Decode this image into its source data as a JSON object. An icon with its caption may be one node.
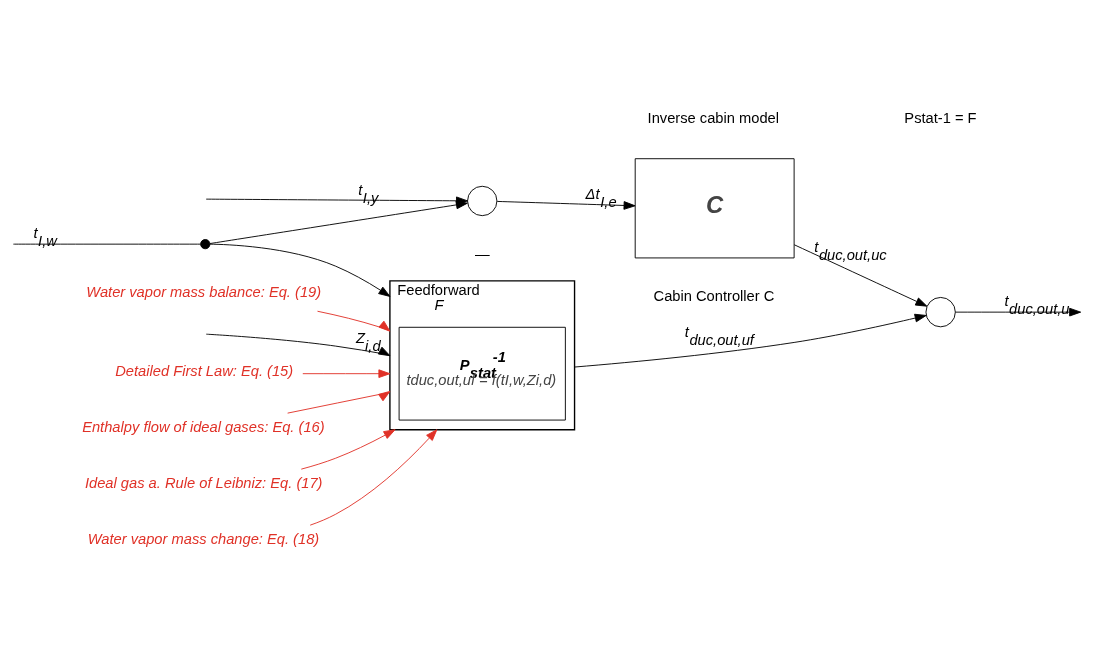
{
  "diagram": {
    "nodes": [
      {
        "text": [
          "F"
        ],
        "beside": [
          "Feedforward"
        ]
      },
      {
        "text": [
          "P$_{stat}$$^{-1}$",
          "tduc,out,uf = f(tI,w,Zi,d)"
        ],
        "in": 0
      },
      {
        "text": [],
        "shape": "circle"
      },
      {
        "text": [],
        "shape": "circle"
      },
      {
        "text": [
          "C"
        ],
        "beside": [
          "Cabin Controller C"
        ]
      },
      {
        "text": [],
        "shape": "circle",
        "beside": [
          "—"
        ]
      },
      {
        "text": [
          "Detailed First Law: Eq. (15)"
        ]
      },
      {
        "text": [
          "Enthalpy flow of ideal gases: Eq. (16)"
        ]
      },
      {
        "text": [
          "Ideal gas a. Rule of Leibniz: Eq. (17)"
        ]
      },
      {
        "text": [
          "Water vapor mass change: Eq. (18)"
        ]
      },
      {
        "text": [
          "Water vapor mass balance: Eq. (19)"
        ]
      }
    ],
    "edges": [
      {
        "from": null,
        "to": 2,
        "arrow": "none",
        "label": "t$_{I,w}$"
      },
      {
        "from": 2,
        "to": 0,
        "arrow": "to"
      },
      {
        "from": null,
        "to": 0,
        "arrow": "to",
        "label": "Z$_{i,d}$"
      },
      {
        "from": 0,
        "to": 3,
        "arrow": "to",
        "label": "t$_{duc,out,uf}$"
      },
      {
        "from": 3,
        "to": null,
        "arrow": "to",
        "label": "t$_{duc,out,u}$"
      },
      {
        "from": 4,
        "to": 3,
        "arrow": "to",
        "label": "t$_{duc,out,uc}$"
      },
      {
        "from": 2,
        "to": 5,
        "arrow": "to"
      },
      {
        "from": 5,
        "to": 4,
        "arrow": "to",
        "label": "Δt$_{I,e}$"
      },
      {
        "from": null,
        "to": 5,
        "arrow": "to",
        "label": "t$_{I,y}$"
      },
      {
        "from": 6,
        "to": 0,
        "arrow": "to",
        "color": "#e03127"
      },
      {
        "from": 7,
        "to": 0,
        "arrow": "to",
        "color": "#e03127"
      },
      {
        "from": 8,
        "to": 0,
        "arrow": "to",
        "color": "#e03127"
      },
      {
        "from": 9,
        "to": 0,
        "arrow": "to",
        "color": "#e03127"
      },
      {
        "from": 10,
        "to": 0,
        "arrow": "to",
        "color": "#e03127"
      }
    ],
    "labels": [
      "Inverse cabin model",
      "Pstat-1 = F"
    ]
  }
}
